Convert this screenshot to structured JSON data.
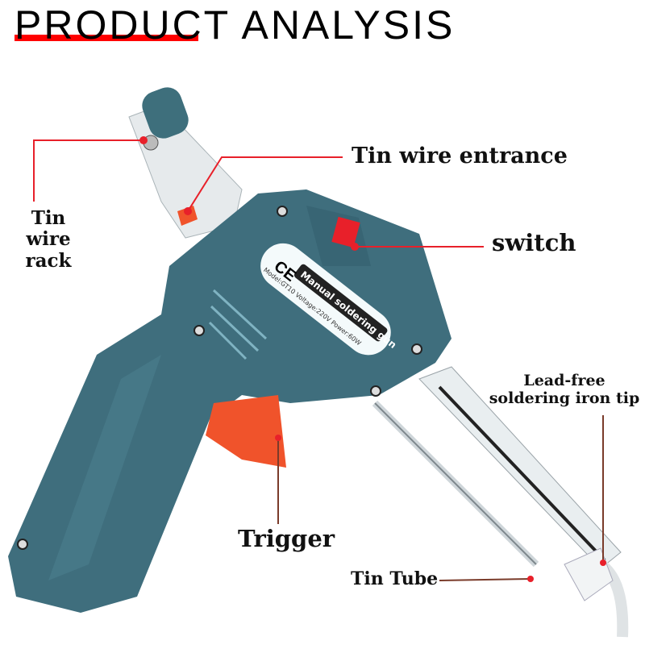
{
  "title": {
    "word1": "PRODUCT",
    "word2": "ANALYSIS"
  },
  "labels": {
    "tin_wire_rack": "Tin wire rack",
    "tin_wire_entrance": "Tin wire entrance",
    "switch": "switch",
    "tip": "Lead-free soldering iron tip",
    "trigger": "Trigger",
    "tin_tube": "Tin Tube"
  },
  "product_sticker": {
    "mark": "CE",
    "name": "Manual soldering gun",
    "specs": "Model:GT10 Voltage:220V Power:60W"
  },
  "colors": {
    "body": "#3f6e7d",
    "trigger": "#f0532b",
    "leader_red": "#e8202a",
    "leader_brown": "#7a3b2a",
    "title_underline": "#ff0000"
  }
}
